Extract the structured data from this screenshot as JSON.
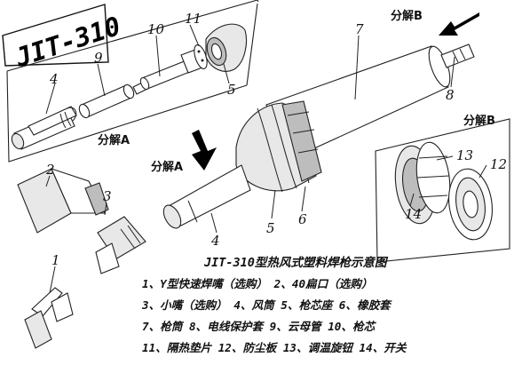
{
  "title": "JIT-310",
  "explode_a_label": "分解A",
  "explode_b_label": "分解B",
  "caption": "JIT-310型热风式塑料焊枪示意图",
  "callouts": {
    "n1": "1",
    "n2": "2",
    "n3": "3",
    "n4": "4",
    "n5": "5",
    "n6": "6",
    "n7": "7",
    "n8": "8",
    "n9": "9",
    "n10": "10",
    "n11": "11",
    "n12": "12",
    "n13": "13",
    "n14": "14"
  },
  "legend": [
    "1、Y型快速焊嘴（选购） 2、40扁口（选购）",
    "3、小嘴（选购） 4、风筒  5、枪芯座 6、橡胶套",
    "7、枪筒 8、电线保护套 9、云母管 10、枪芯",
    "11、隔热垫片 12、防尘板 13、调温旋钮 14、开关"
  ]
}
